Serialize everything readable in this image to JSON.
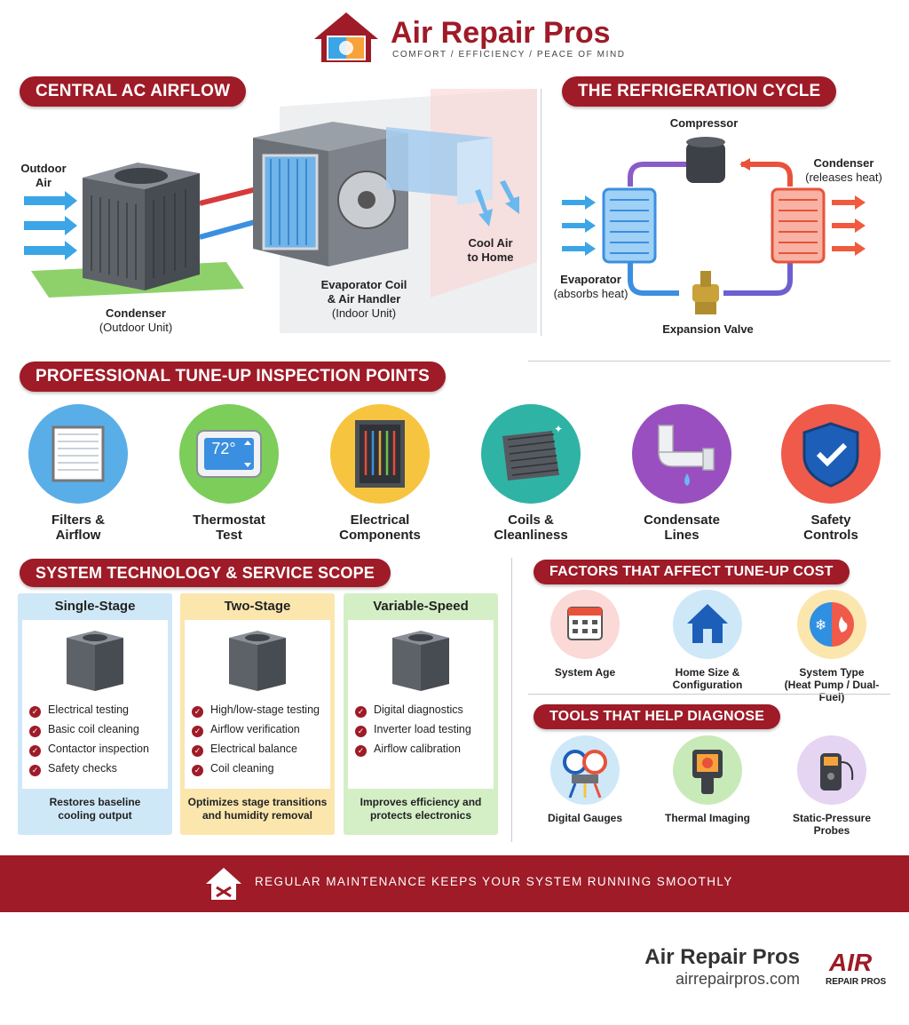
{
  "header": {
    "brand": "Air Repair Pros",
    "tagline": "COMFORT  /  EFFICIENCY  /  PEACE OF MIND"
  },
  "airflow": {
    "heading": "CENTRAL AC AIRFLOW",
    "outdoor_air": [
      "Outdoor",
      "Air"
    ],
    "condenser": "Condenser",
    "condenser_sub": "(Outdoor Unit)",
    "evaporator": [
      "Evaporator Coil",
      "& Air Handler"
    ],
    "evaporator_sub": "(Indoor Unit)",
    "cool_air": [
      "Cool Air",
      "to Home"
    ]
  },
  "cycle": {
    "heading": "THE REFRIGERATION CYCLE",
    "compressor": "Compressor",
    "condenser": "Condenser",
    "condenser_sub": "(releases heat)",
    "evaporator": "Evaporator",
    "evaporator_sub": "(absorbs heat)",
    "expansion": "Expansion Valve"
  },
  "inspection": {
    "heading": "PROFESSIONAL TUNE-UP INSPECTION POINTS",
    "thermostat_reading": "72°",
    "items": [
      {
        "line1": "Filters &",
        "line2": "Airflow",
        "color": "#5aaee8",
        "icon": "filter-icon"
      },
      {
        "line1": "Thermostat",
        "line2": "Test",
        "color": "#7ccd5a",
        "icon": "thermostat-icon"
      },
      {
        "line1": "Electrical",
        "line2": "Components",
        "color": "#f6c43f",
        "icon": "electrical-panel-icon"
      },
      {
        "line1": "Coils &",
        "line2": "Cleanliness",
        "color": "#2fb3a4",
        "icon": "coil-icon"
      },
      {
        "line1": "Condensate",
        "line2": "Lines",
        "color": "#9a4fc0",
        "icon": "pipe-icon"
      },
      {
        "line1": "Safety",
        "line2": "Controls",
        "color": "#ef5a4a",
        "icon": "shield-check-icon"
      }
    ]
  },
  "tech": {
    "heading": "SYSTEM TECHNOLOGY & SERVICE SCOPE",
    "columns": [
      {
        "title": "Single-Stage",
        "color": "#cfe8f8",
        "items": [
          "Electrical testing",
          "Basic coil cleaning",
          "Contactor inspection",
          "Safety checks"
        ],
        "footer": [
          "Restores baseline",
          "cooling output"
        ]
      },
      {
        "title": "Two-Stage",
        "color": "#fbe6ae",
        "items": [
          "High/low-stage testing",
          "Airflow verification",
          "Electrical balance",
          "Coil cleaning"
        ],
        "footer": [
          "Optimizes stage transitions",
          "and humidity removal"
        ]
      },
      {
        "title": "Variable-Speed",
        "color": "#d4efc6",
        "items": [
          "Digital diagnostics",
          "Inverter load testing",
          "Airflow calibration"
        ],
        "footer": [
          "Improves efficiency and",
          "protects electronics"
        ]
      }
    ]
  },
  "factors": {
    "heading": "FACTORS THAT AFFECT TUNE-UP COST",
    "items": [
      {
        "line1": "System Age",
        "line2": "",
        "color": "#fbd9d6",
        "icon": "calendar-icon"
      },
      {
        "line1": "Home Size &",
        "line2": "Configuration",
        "color": "#cfe8f8",
        "icon": "house-icon"
      },
      {
        "line1": "System Type",
        "line2": "(Heat Pump / Dual-Fuel)",
        "color": "#fbe6ae",
        "icon": "heat-cool-icon"
      }
    ]
  },
  "tools": {
    "heading": "TOOLS THAT HELP DIAGNOSE",
    "items": [
      {
        "line1": "Digital Gauges",
        "line2": "",
        "color": "#cfe8f8",
        "icon": "gauges-icon"
      },
      {
        "line1": "Thermal Imaging",
        "line2": "",
        "color": "#c8eab8",
        "icon": "thermal-camera-icon"
      },
      {
        "line1": "Static-Pressure",
        "line2": "Probes",
        "color": "#e5d4f2",
        "icon": "probe-icon"
      }
    ]
  },
  "banner": {
    "text": "REGULAR MAINTENANCE KEEPS YOUR SYSTEM RUNNING SMOOTHLY"
  },
  "footer": {
    "brand": "Air Repair Pros",
    "url": "airrepairpros.com",
    "logo_word": "AIR",
    "logo_sub": "REPAIR PROS"
  }
}
